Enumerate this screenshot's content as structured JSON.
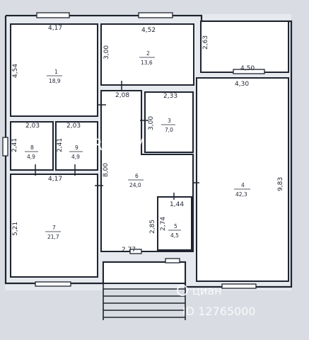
{
  "rooms": [
    {
      "num": "1",
      "area": "18,9"
    },
    {
      "num": "2",
      "area": "13,6"
    },
    {
      "num": "3",
      "area": "7,0"
    },
    {
      "num": "4",
      "area": "42,3"
    },
    {
      "num": "5",
      "area": "4,5"
    },
    {
      "num": "6",
      "area": "24,0"
    },
    {
      "num": "7",
      "area": "21,7"
    },
    {
      "num": "8",
      "area": "4,9"
    },
    {
      "num": "9",
      "area": "4,9"
    }
  ],
  "dimensions": [
    "4,17",
    "4,52",
    "4,54",
    "3,00",
    "2,63",
    "4,50",
    "4,30",
    "2,08",
    "2,33",
    "3,00",
    "2,03",
    "2,03",
    "2,41",
    "2,41",
    "4,17",
    "8,00",
    "9,83",
    "1,44",
    "2,85",
    "2,74",
    "5,21",
    "2,77"
  ],
  "watermark": {
    "brand": "RAN MAYAK",
    "cian": "циан",
    "id": "ID 12765000"
  }
}
